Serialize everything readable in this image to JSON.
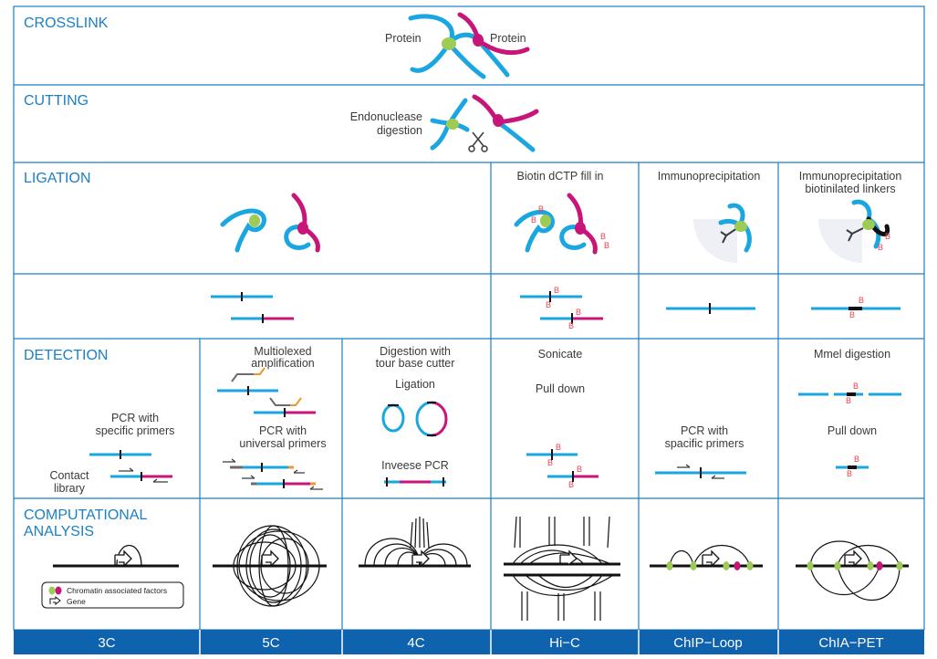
{
  "sections": {
    "crosslink": "CROSSLINK",
    "cutting": "CUTTING",
    "ligation": "LIGATION",
    "detection": "DETECTION",
    "computational_line1": "COMPUTATIONAL",
    "computational_line2": "ANALYSIS"
  },
  "crosslink": {
    "protein_left": "Protein",
    "protein_right": "Protein"
  },
  "cutting": {
    "label_line1": "Endonuclease",
    "label_line2": "digestion"
  },
  "ligation": {
    "hic": "Biotin dCTP fill in",
    "chip": "Immunoprecipitation",
    "chia_line1": "Immunoprecipitation",
    "chia_line2": "biotinilated linkers"
  },
  "detection": {
    "c3_pcr_line1": "PCR with",
    "c3_pcr_line2": "specific primers",
    "c3_contact_line1": "Contact",
    "c3_contact_line2": "library",
    "c5_amp_line1": "Multiolexed",
    "c5_amp_line2": "amplification",
    "c5_pcr_line1": "PCR with",
    "c5_pcr_line2": "universal primers",
    "c4_dig_line1": "Digestion with",
    "c4_dig_line2": "tour base cutter",
    "c4_ligation": "Ligation",
    "c4_pcr": "Inveese PCR",
    "hic_sonicate": "Sonicate",
    "hic_pulldown": "Pull down",
    "chip_pcr_line1": "PCR with",
    "chip_pcr_line2": "spacific primers",
    "chia_dig": "Mmel digestion",
    "chia_pulldown": "Pull down"
  },
  "biotin_mark": "B",
  "legend": {
    "factors": "Chromatin associated factors",
    "gene": "Gene"
  },
  "methods": [
    "3C",
    "5C",
    "4C",
    "Hi−C",
    "ChIP−Loop",
    "ChIA−PET"
  ],
  "colors": {
    "frame": "#1b7fc4",
    "dna_blue": "#1aa6e0",
    "dna_magenta": "#c8157a",
    "protein_green": "#9ccc55",
    "footer_bg": "#0f62ae",
    "biotin": "#e8434f"
  }
}
